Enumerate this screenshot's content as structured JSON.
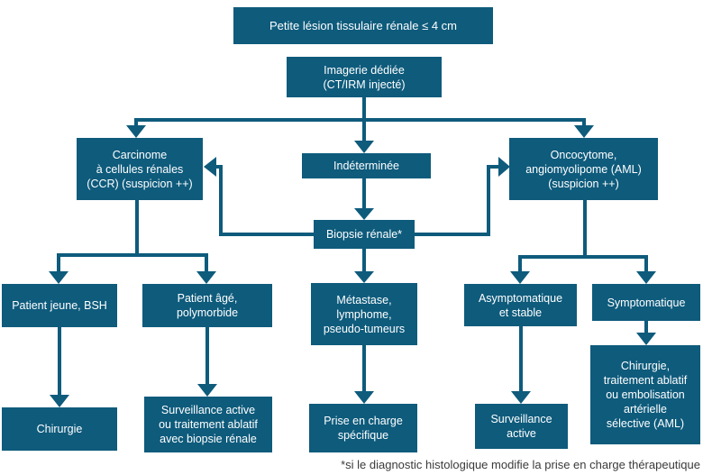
{
  "palette": {
    "node_fill": "#0e5b7c",
    "node_text": "#ffffff",
    "connector": "#0e5b7c",
    "footnote_text": "#3a3a3a",
    "background": "#ffffff"
  },
  "flowchart": {
    "nodes": {
      "root": "Petite lésion tissulaire rénale ≤ 4 cm",
      "imagerie": "Imagerie dédiée\n(CT/IRM injecté)",
      "ccr": "Carcinome\nà cellules rénales\n(CCR) (suspicion ++)",
      "indeterminee": "Indéterminée",
      "oncocytome": "Oncocytome,\nangiomyolipome (AML)\n(suspicion ++)",
      "biopsie": "Biopsie rénale*",
      "patient_jeune": "Patient jeune, BSH",
      "patient_age": "Patient âgé,\npolymorbide",
      "metastase": "Métastase,\nlymphome,\npseudo-tumeurs",
      "asymptomatique": "Asymptomatique\net stable",
      "symptomatique": "Symptomatique",
      "chirurgie": "Chirurgie",
      "surveillance_ablative": "Surveillance active\nou traitement ablatif\navec biopsie rénale",
      "prise_en_charge": "Prise en charge\nspécifique",
      "surveillance_active": "Surveillance\nactive",
      "chirurgie_ablation": "Chirurgie,\ntraitement ablatif\nou embolisation\nartérielle\nsélective (AML)"
    },
    "edges": [
      {
        "from": "imagerie",
        "to": "ccr"
      },
      {
        "from": "imagerie",
        "to": "indeterminee"
      },
      {
        "from": "imagerie",
        "to": "oncocytome"
      },
      {
        "from": "indeterminee",
        "to": "biopsie"
      },
      {
        "from": "biopsie",
        "to": "ccr"
      },
      {
        "from": "biopsie",
        "to": "oncocytome"
      },
      {
        "from": "biopsie",
        "to": "metastase"
      },
      {
        "from": "ccr",
        "to": "patient_jeune"
      },
      {
        "from": "ccr",
        "to": "patient_age"
      },
      {
        "from": "oncocytome",
        "to": "asymptomatique"
      },
      {
        "from": "oncocytome",
        "to": "symptomatique"
      },
      {
        "from": "patient_jeune",
        "to": "chirurgie"
      },
      {
        "from": "patient_age",
        "to": "surveillance_ablative"
      },
      {
        "from": "metastase",
        "to": "prise_en_charge"
      },
      {
        "from": "asymptomatique",
        "to": "surveillance_active"
      },
      {
        "from": "symptomatique",
        "to": "chirurgie_ablation"
      }
    ],
    "footnote": "*si le diagnostic histologique modifie la prise en charge thérapeutique"
  }
}
